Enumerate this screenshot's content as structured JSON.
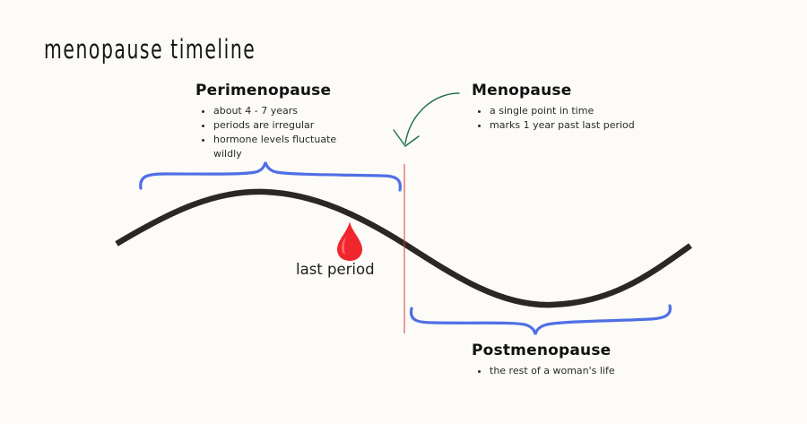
{
  "title": "menopause timeline",
  "sections": {
    "perimenopause": {
      "heading": "Perimenopause",
      "bullets": [
        "about 4 - 7 years",
        "periods are irregular",
        "hormone levels fluctuate wildly"
      ]
    },
    "menopause": {
      "heading": "Menopause",
      "bullets": [
        "a single point in time",
        "marks 1 year past last period"
      ]
    },
    "postmenopause": {
      "heading": "Postmenopause",
      "bullets": [
        "the rest of a woman's life"
      ]
    }
  },
  "markers": {
    "last_period_label": "last period",
    "drop_icon": "blood-drop-icon",
    "arrow_icon": "curved-arrow-icon"
  },
  "colors": {
    "background": "#fcfbf7",
    "curve": "#2b2724",
    "brace": "#4f6fe6",
    "menopause_line": "#e0393b",
    "arrow": "#1f6b45",
    "drop": "#f0262d"
  }
}
